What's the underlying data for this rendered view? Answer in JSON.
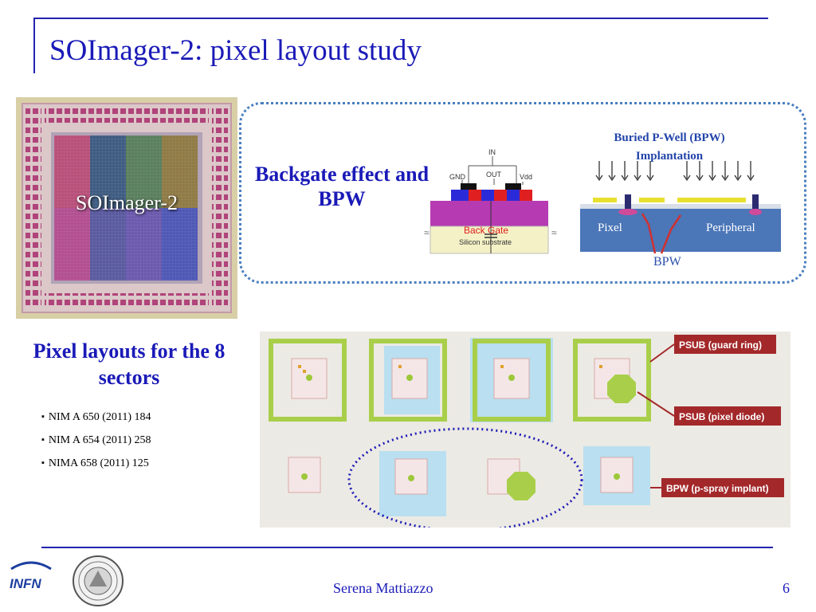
{
  "slide": {
    "title": "SOImager-2: pixel layout study",
    "chip_label": "SOImager-2",
    "backgate_caption": "Backgate effect and BPW",
    "cross_section": {
      "in": "IN",
      "gnd": "GND",
      "out": "OUT",
      "vdd": "Vdd",
      "back_gate": "Back Gate",
      "substrate": "Silicon substrate"
    },
    "bpw_diagram": {
      "title": "Buried P-Well (BPW) Implantation",
      "pixel": "Pixel",
      "peripheral": "Peripheral",
      "bpw": "BPW"
    },
    "pixel_caption": "Pixel layouts for the 8 sectors",
    "references": [
      "NIM A 650 (2011) 184",
      "NIM A 654 (2011) 258",
      "NIMA 658 (2011) 125"
    ],
    "layout_labels": {
      "guard_ring": "PSUB (guard ring)",
      "pixel_diode": "PSUB (pixel diode)",
      "bpw_implant": "BPW (p-spray implant)"
    },
    "footer": {
      "author": "Serena Mattiazzo",
      "page": "6",
      "logo_text": "INFN"
    }
  },
  "colors": {
    "title_blue": "#1a1ab8",
    "rule_blue": "#2323b0",
    "label_red": "#a3282a"
  }
}
